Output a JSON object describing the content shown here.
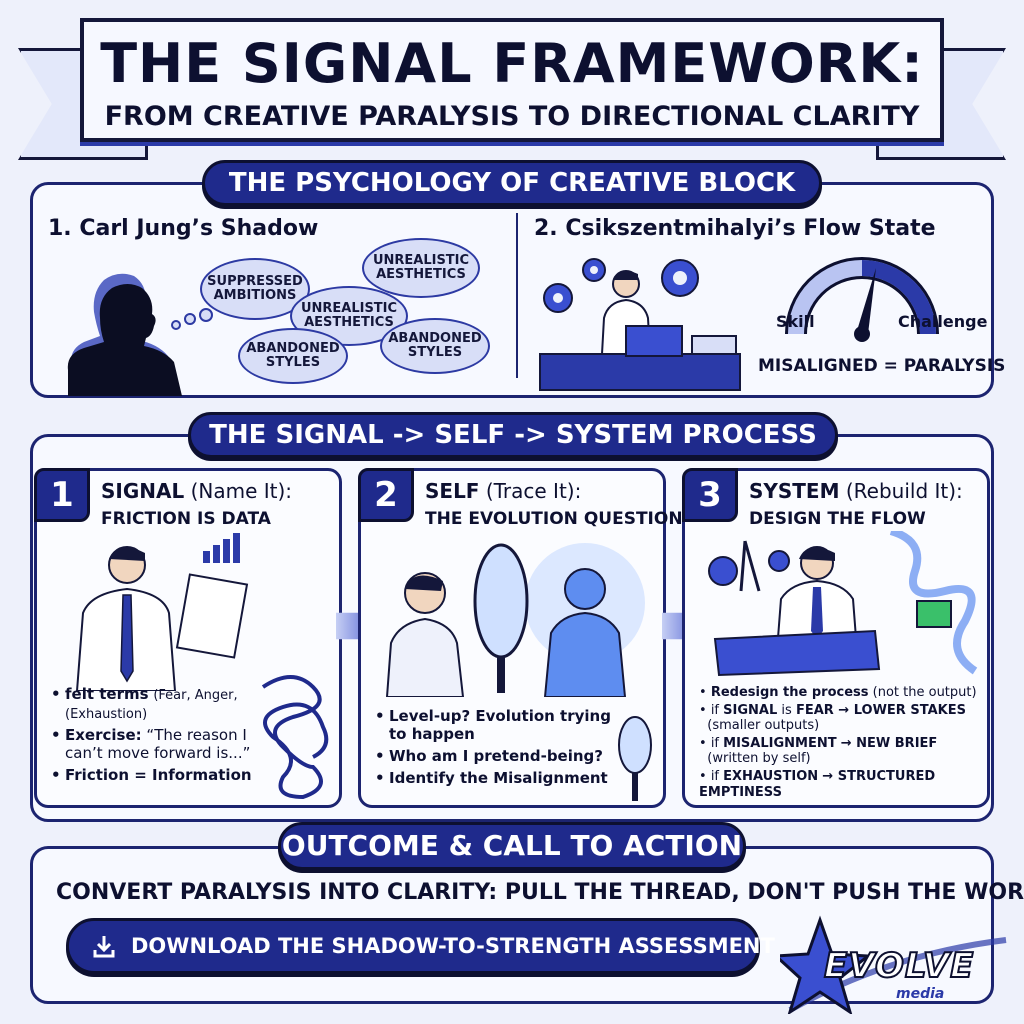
{
  "header": {
    "title": "THE SIGNAL FRAMEWORK:",
    "subtitle": "FROM CREATIVE PARALYSIS TO DIRECTIONAL CLARITY"
  },
  "psychology": {
    "heading": "THE PSYCHOLOGY OF CREATIVE BLOCK",
    "jung": {
      "title": "1. Carl Jung’s Shadow",
      "clouds": [
        "SUPPRESSED AMBITIONS",
        "UNREALISTIC AESTHETICS",
        "UNREALISTIC AESTHETICS",
        "ABANDONED STYLES",
        "ABANDONED STYLES"
      ]
    },
    "flow": {
      "title": "2. Csikszentmihalyi’s Flow State",
      "gauge_left": "Skill",
      "gauge_right": "Challenge",
      "caption": "MISALIGNED = PARALYSIS"
    }
  },
  "process": {
    "heading": "THE SIGNAL -> SELF -> SYSTEM PROCESS",
    "steps": [
      {
        "num": "1",
        "name": "SIGNAL",
        "paren": "(Name It):",
        "sub": "FRICTION IS DATA",
        "b1_lead": "felt terms",
        "b1_detail": "(Fear, Anger, (Exhaustion)",
        "b2_lead": "Exercise:",
        "b2_detail": "“The reason I can’t move forward is...”",
        "b3": "Friction = Information"
      },
      {
        "num": "2",
        "name": "SELF",
        "paren": "(Trace It):",
        "sub": "THE EVOLUTION QUESTION",
        "b1": "Level-up? Evolution trying to happen",
        "b2": "Who am I pretend-being?",
        "b3": "Identify the Misalignment"
      },
      {
        "num": "3",
        "name": "SYSTEM",
        "paren": "(Rebuild It):",
        "sub": "DESIGN THE FLOW",
        "b1_lead": "Redesign the process",
        "b1_detail": "(not the output)",
        "b2_pre": "if",
        "b2_a": "SIGNAL",
        "b2_mid": "is",
        "b2_b": "FEAR → LOWER STAKES",
        "b2_detail": "(smaller outputs)",
        "b3_pre": "if",
        "b3_a": "MISALIGNMENT",
        "b3_b": "→ NEW BRIEF",
        "b3_detail": "(written by self)",
        "b4_pre": "if",
        "b4_a": "EXHAUSTION",
        "b4_b": "→ STRUCTURED EMPTINESS"
      }
    ]
  },
  "outcome": {
    "heading": "OUTCOME & CALL TO ACTION",
    "statement": "CONVERT PARALYSIS INTO CLARITY: PULL THE THREAD, DON'T PUSH THE WORK.",
    "button": "DOWNLOAD THE SHADOW-TO-STRENGTH ASSESSMENT",
    "button_icon": "download-icon"
  },
  "brand": {
    "logo_text": "EVOLVE",
    "logo_sub": "media",
    "accent": "#1f2a8c"
  }
}
